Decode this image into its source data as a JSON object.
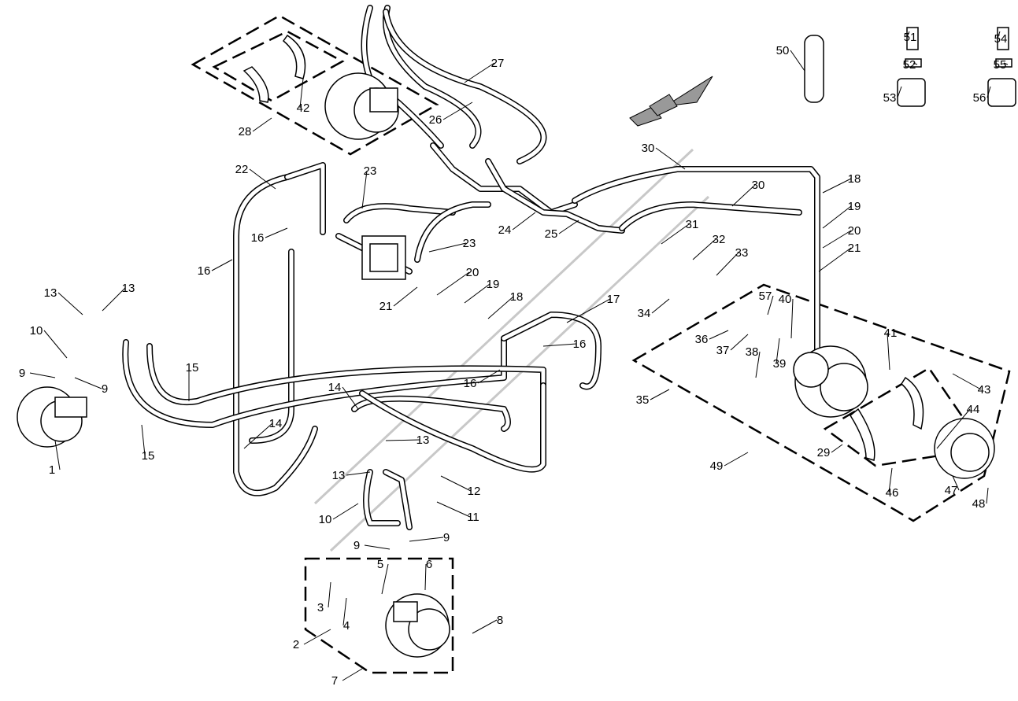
{
  "diagram": {
    "type": "exploded parts diagram",
    "line_color": "#000000",
    "background": "#ffffff",
    "part_labels": [
      "1",
      "2",
      "3",
      "4",
      "5",
      "6",
      "7",
      "8",
      "9",
      "9",
      "9",
      "9",
      "10",
      "10",
      "11",
      "12",
      "13",
      "13",
      "13",
      "13",
      "14",
      "14",
      "15",
      "15",
      "16",
      "16",
      "16",
      "16",
      "17",
      "18",
      "18",
      "19",
      "19",
      "20",
      "20",
      "21",
      "21",
      "22",
      "23",
      "23",
      "24",
      "25",
      "26",
      "27",
      "28",
      "29",
      "30",
      "30",
      "31",
      "32",
      "33",
      "34",
      "35",
      "36",
      "37",
      "38",
      "39",
      "40",
      "41",
      "42",
      "43",
      "44",
      "46",
      "47",
      "48",
      "49",
      "50",
      "51",
      "52",
      "53",
      "54",
      "55",
      "56",
      "57"
    ]
  }
}
